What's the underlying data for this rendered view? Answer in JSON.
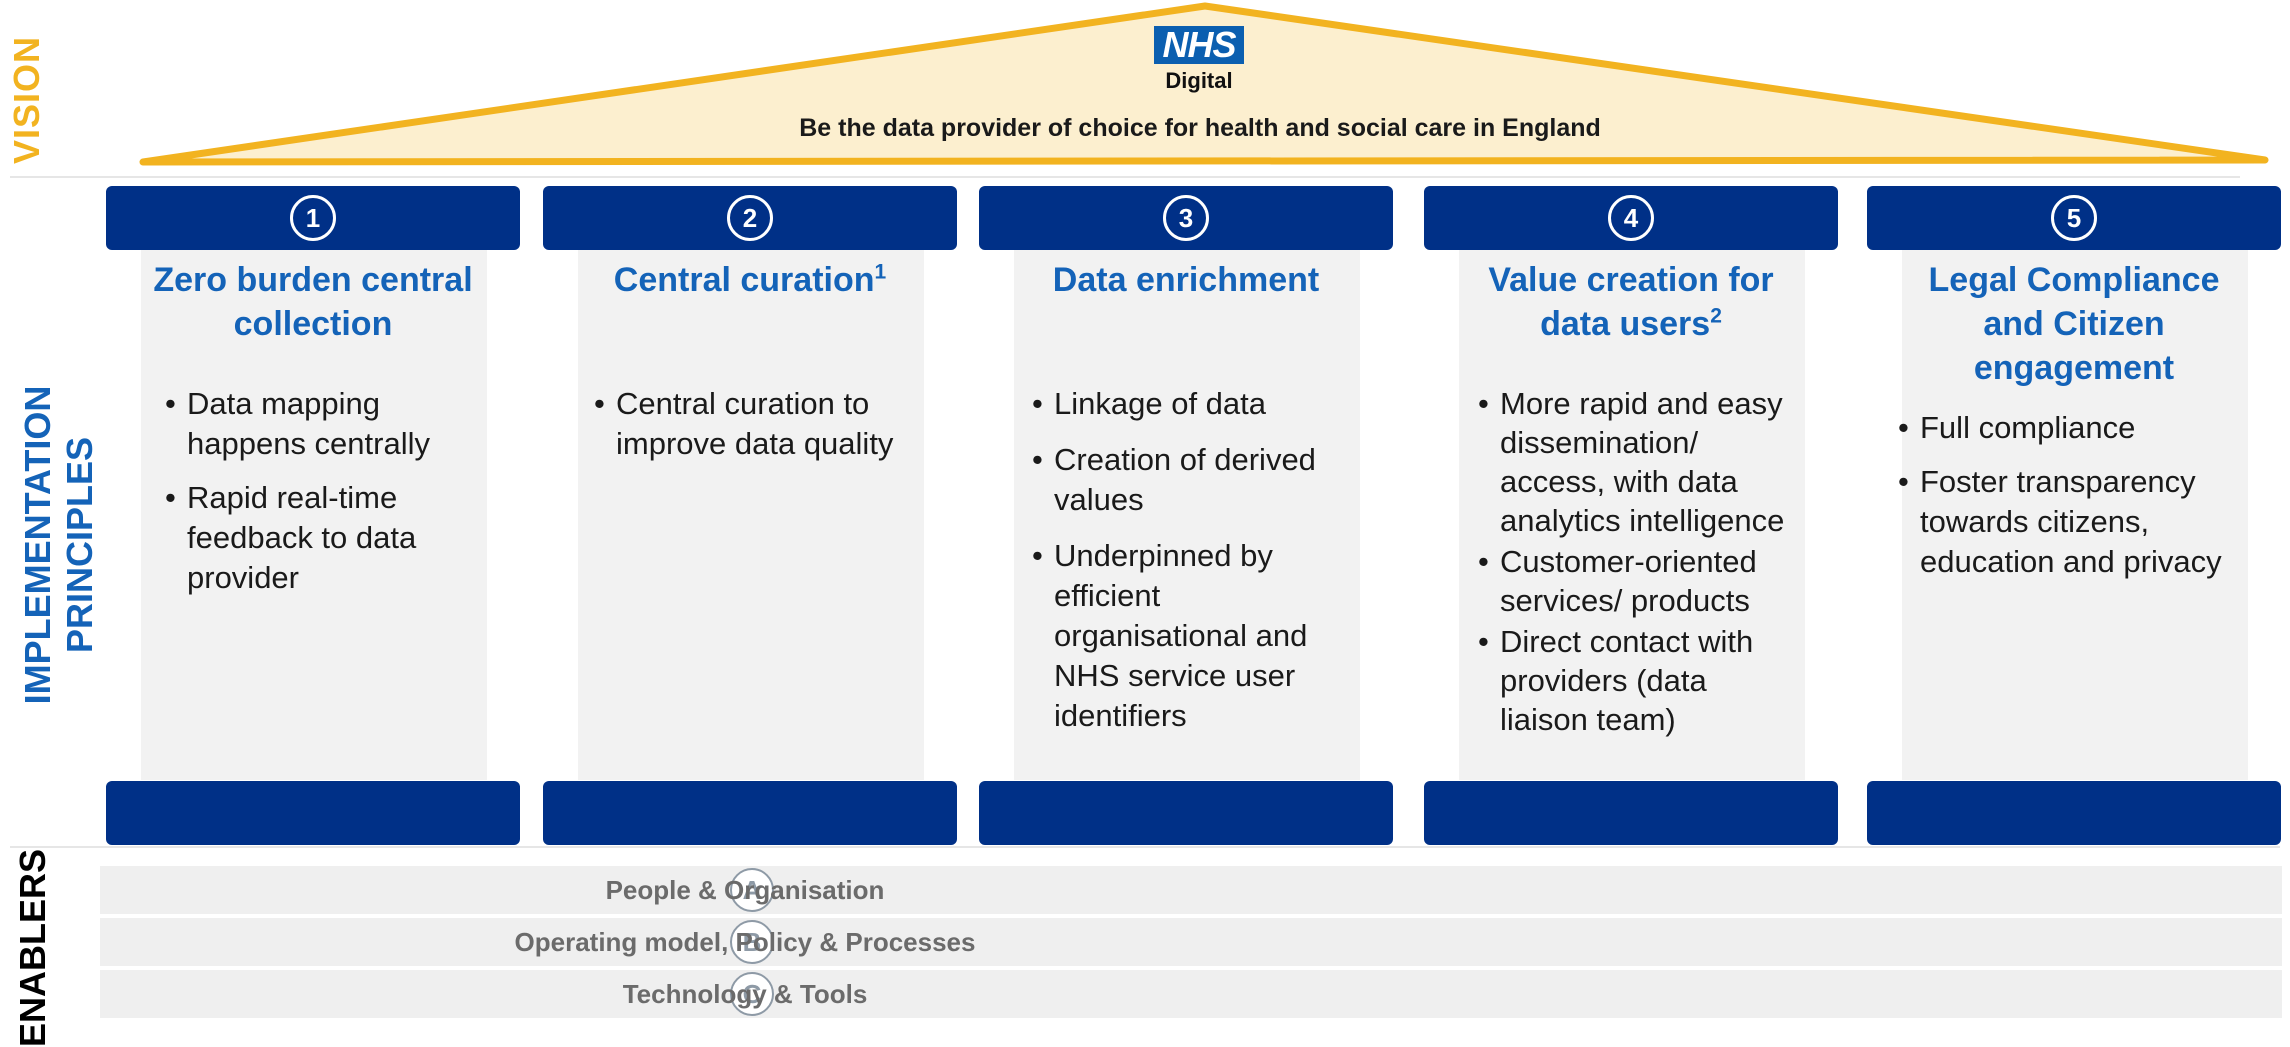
{
  "vision": {
    "section_label": "VISION",
    "logo_text": "NHS",
    "logo_subtext": "Digital",
    "statement": "Be the data provider of choice for health and social care in England"
  },
  "principles": {
    "section_label_line1": "IMPLEMENTATION",
    "section_label_line2": "PRINCIPLES",
    "pillars": [
      {
        "number": "1",
        "title_line1": "Zero burden central",
        "title_line2": "collection",
        "title_line3": "",
        "title_sup": "",
        "bullets": [
          "Data mapping happens centrally",
          "Rapid real-time feedback to data provider"
        ]
      },
      {
        "number": "2",
        "title_line1": "Central curation",
        "title_line2": "",
        "title_line3": "",
        "title_sup": "1",
        "bullets": [
          "Central curation to improve data quality"
        ]
      },
      {
        "number": "3",
        "title_line1": "Data enrichment",
        "title_line2": "",
        "title_line3": "",
        "title_sup": "",
        "bullets": [
          "Linkage of data",
          "Creation of derived values",
          "Underpinned by efficient organisational and NHS service user identifiers"
        ]
      },
      {
        "number": "4",
        "title_line1": "Value creation for",
        "title_line2": "data users",
        "title_line3": "",
        "title_sup": "2",
        "bullets": [
          "More rapid and easy dissemination/ access, with data analytics intelligence",
          "Customer-oriented services/ products",
          "Direct contact with providers (data liaison team)"
        ]
      },
      {
        "number": "5",
        "title_line1": "Legal Compliance",
        "title_line2": "and Citizen",
        "title_line3": "engagement",
        "title_sup": "",
        "bullets": [
          "Full compliance",
          "Foster transparency towards citizens, education and privacy"
        ]
      }
    ]
  },
  "enablers": {
    "section_label": "ENABLERS",
    "items": [
      {
        "letter": "A",
        "label": "People & Organisation"
      },
      {
        "letter": "B",
        "label": "Operating model, Policy & Processes"
      },
      {
        "letter": "C",
        "label": "Technology & Tools"
      }
    ]
  },
  "colors": {
    "nhs_dark_blue": "#003087",
    "title_blue": "#1463B8",
    "roof_gold": "#F2B320",
    "roof_fill": "#FCEFCF",
    "pillar_grey": "#F2F2F2"
  }
}
